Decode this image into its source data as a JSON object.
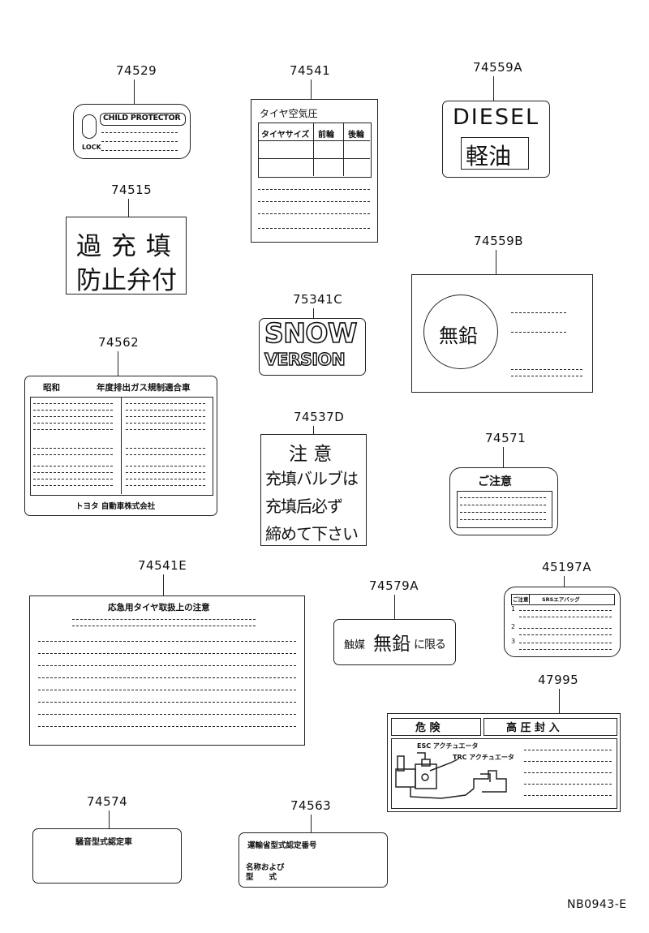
{
  "parts": [
    {
      "id": "p74529",
      "number": "74529"
    },
    {
      "id": "p74541",
      "number": "74541"
    },
    {
      "id": "p74559A",
      "number": "74559A"
    },
    {
      "id": "p74515",
      "number": "74515"
    },
    {
      "id": "p74559B",
      "number": "74559B"
    },
    {
      "id": "p75341C",
      "number": "75341C"
    },
    {
      "id": "p74562",
      "number": "74562"
    },
    {
      "id": "p74537D",
      "number": "74537D"
    },
    {
      "id": "p74571",
      "number": "74571"
    },
    {
      "id": "p74541E",
      "number": "74541E"
    },
    {
      "id": "p74579A",
      "number": "74579A"
    },
    {
      "id": "p45197A",
      "number": "45197A"
    },
    {
      "id": "p47995",
      "number": "47995"
    },
    {
      "id": "p74574",
      "number": "74574"
    },
    {
      "id": "p74563",
      "number": "74563"
    }
  ],
  "labels": {
    "l74529": {
      "title": "CHILD PROTECTOR",
      "lock": "LOCK"
    },
    "l74541": {
      "title": "タイヤ空気圧",
      "col1": "タイヤサイズ",
      "col2": "前輪",
      "col3": "後輪"
    },
    "l74559A": {
      "line1": "DIESEL",
      "line2": "軽油"
    },
    "l74515": {
      "line1": "過 充 填",
      "line2": "防止弁付"
    },
    "l74559B": {
      "circle": "無鉛"
    },
    "l75341C": {
      "line1": "SNOW",
      "line2": "VERSION"
    },
    "l74562": {
      "left": "昭和",
      "right": "年度排出ガス規制適合車",
      "footer": "トヨタ 自動車株式会社"
    },
    "l74537D": {
      "line1": "注 意",
      "line2": "充填バルブは",
      "line3": "充填后必ず",
      "line4": "締めて下さい"
    },
    "l74571": {
      "title": "ご注意"
    },
    "l74541E": {
      "title": "応急用タイヤ取扱上の注意"
    },
    "l74579A": {
      "small": "触媒",
      "big": "無鉛",
      "tail": "に限る"
    },
    "l45197A": {
      "head1": "ご注意",
      "head2": "SRSエアバッグ",
      "n1": "1",
      "n2": "2",
      "n3": "3"
    },
    "l47995": {
      "left": "危 険",
      "right": "高 圧 封 入",
      "esc": "ESC アクチュエータ",
      "trc": "TRC アクチュエータ"
    },
    "l74574": {
      "title": "騒音型式認定車"
    },
    "l74563": {
      "title": "運輸省型式認定番号",
      "l1": "名称および",
      "l2": "型　　式"
    }
  },
  "diagram_code": "NB0943-E"
}
